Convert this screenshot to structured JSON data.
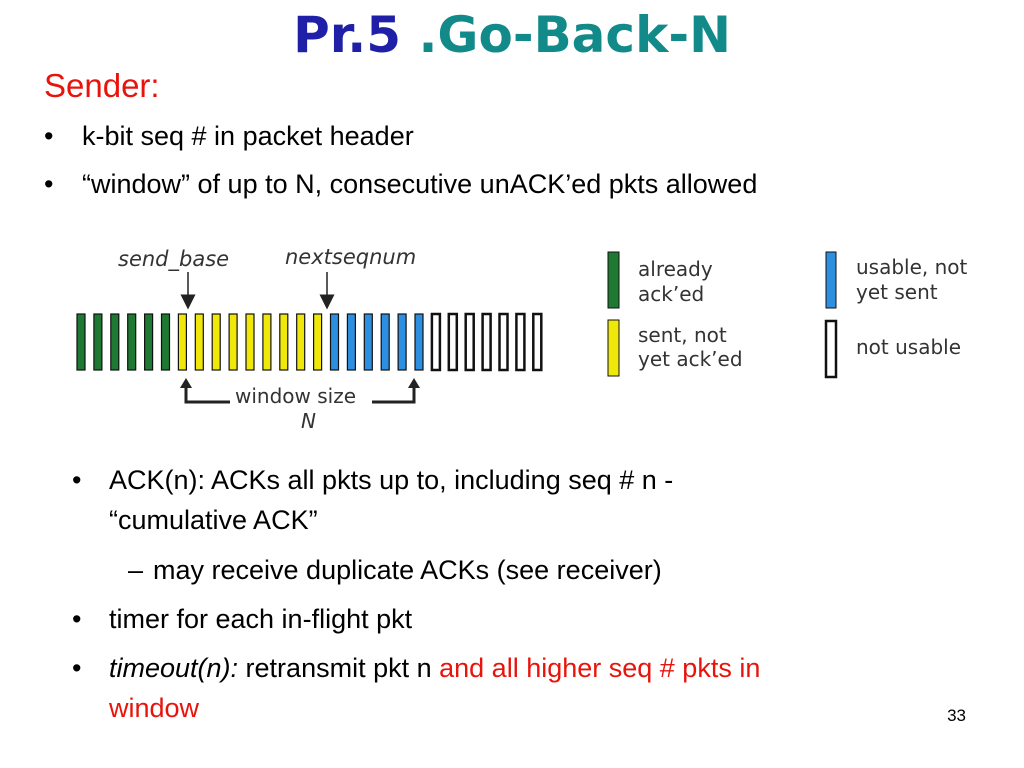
{
  "title": {
    "part1": "Pr.5 ",
    "part2": ".Go-Back-N"
  },
  "sender_heading": "Sender:",
  "top_bullets": [
    "k-bit seq # in packet header",
    "“window” of up to N, consecutive unACK’ed pkts allowed"
  ],
  "diagram": {
    "send_base_label": "send_base",
    "nextseqnum_label": "nextseqnum",
    "window_size_label": "window size",
    "window_n_label": "N",
    "colors": {
      "acked": "#1e7a32",
      "sent": "#f0e80a",
      "usable": "#2e8fe0",
      "not_usable": "#ffffff"
    },
    "slots": {
      "acked": 6,
      "sent": 9,
      "usable": 6,
      "not_usable": 7
    },
    "legend": {
      "acked_l1": "already",
      "acked_l2": "ack’ed",
      "sent_l1": "sent, not",
      "sent_l2": "yet ack’ed",
      "usable_l1": "usable, not",
      "usable_l2": "yet sent",
      "not_usable": "not usable"
    }
  },
  "bottom_bullets": {
    "b1_line1": "ACK(n): ACKs all pkts up to, including seq # n -",
    "b1_line2": "“cumulative ACK”",
    "sub1": "may receive duplicate ACKs (see receiver)",
    "b2": "timer for each in-flight pkt",
    "b3_italic": "timeout(n):",
    "b3_normal": " retransmit pkt n ",
    "b3_red": "and all higher seq # pkts in",
    "b3_red_line2": "window"
  },
  "bullet_char": "•",
  "dash_char": "–",
  "page_number": "33"
}
